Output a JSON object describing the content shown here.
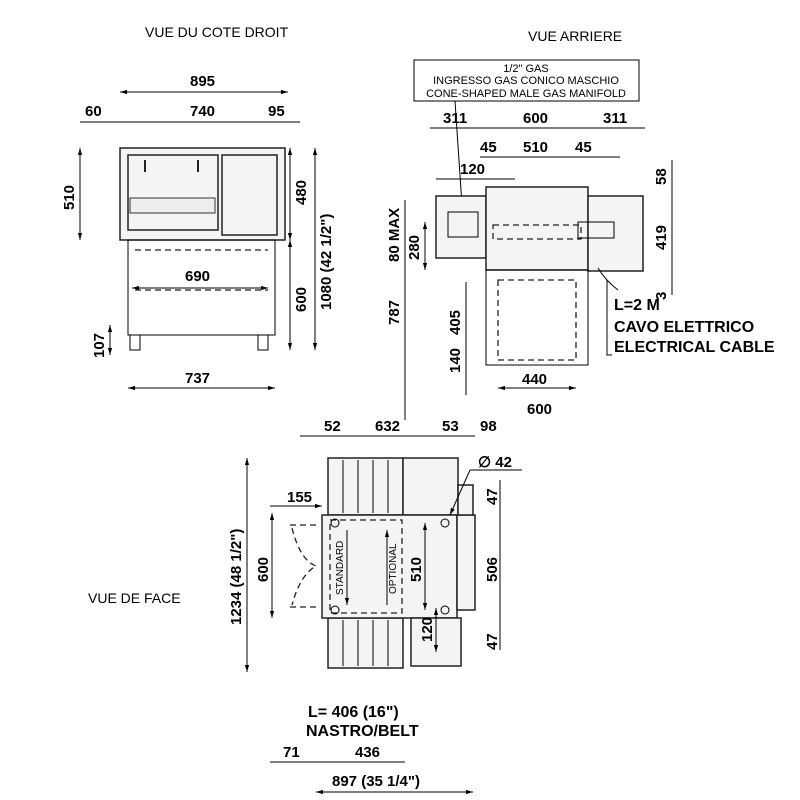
{
  "views": {
    "side": {
      "title": "VUE DU COTE DROIT",
      "dims": {
        "overall_width": "895",
        "left": "60",
        "middle": "740",
        "right": "95",
        "height_top": "510",
        "height_oven": "480",
        "height_total": "1080 (42 1/2\")",
        "stand_inner": "690",
        "stand_height": "600",
        "wheel_height": "107",
        "stand_width": "737"
      }
    },
    "rear": {
      "title": "VUE ARRIERE",
      "gas_note": [
        "1/2\" GAS",
        "INGRESSO GAS CONICO MASCHIO",
        "CONE-SHAPED MALE GAS MANIFOLD"
      ],
      "dims": {
        "left": "311",
        "middle": "600",
        "right": "311",
        "inset_left": "45",
        "inner": "510",
        "inset_right": "45",
        "gas_offset": "120",
        "top": "58",
        "oven_height": "419",
        "bottom_gap": "3",
        "max_height": "80 MAX",
        "gas_height": "280",
        "stand_total": "787",
        "stand_upper": "405",
        "stand_lower": "140",
        "stand_inner": "440",
        "stand_width": "600"
      },
      "cable_note": [
        "L=2 M",
        "CAVO ELETTRICO",
        "ELECTRICAL CABLE"
      ]
    },
    "front": {
      "title": "VUE DE FACE",
      "dims": {
        "left_gap": "52",
        "body": "632",
        "right_gap": "53",
        "right_extra": "98",
        "hole_diameter": "∅ 42",
        "door_swing": "155",
        "total_depth": "1234 (48 1/2\")",
        "chamber_depth": "600",
        "standard_label": "STANDARD",
        "optional_label": "OPTIONAL",
        "chamber_inner": "510",
        "hole_spacing": "506",
        "top_offset": "47",
        "bottom_offset": "47",
        "box_height": "120",
        "belt_offset": "71",
        "belt_span": "436",
        "total_width": "897 (35 1/4\")"
      },
      "belt_note": [
        "L= 406 (16\")",
        "NASTRO/BELT"
      ]
    }
  }
}
